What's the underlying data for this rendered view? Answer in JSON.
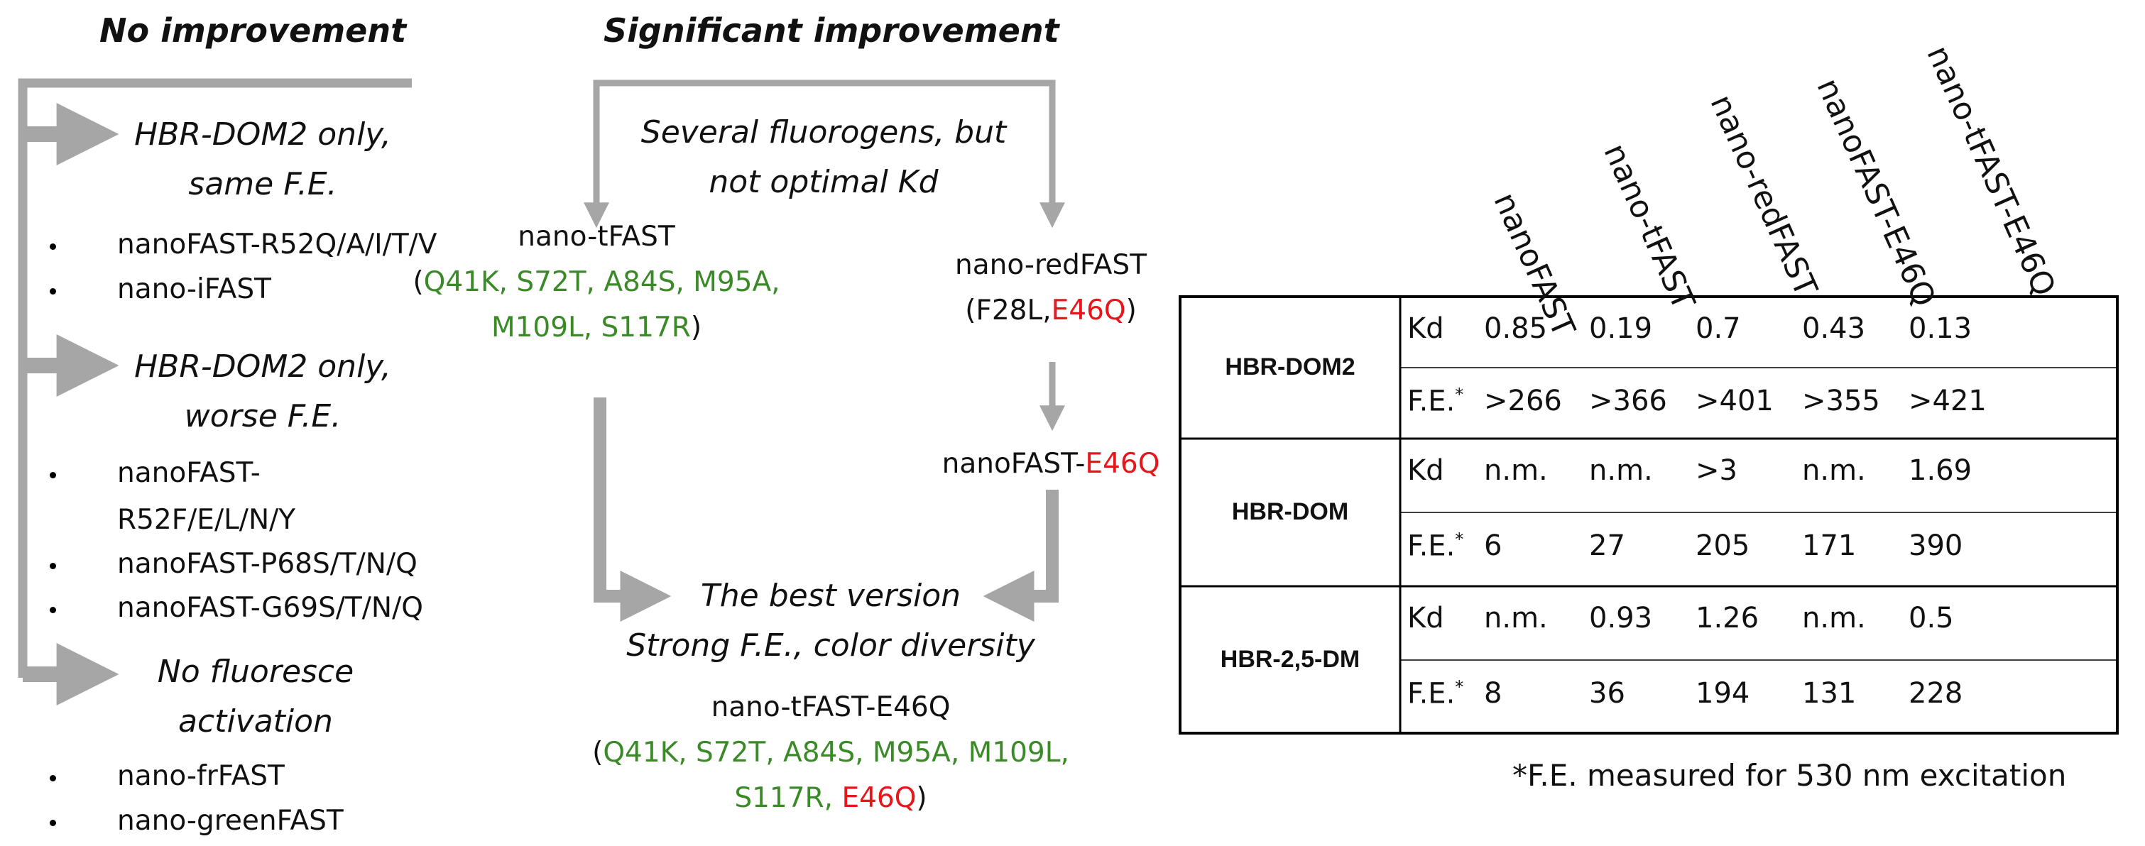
{
  "colors": {
    "green": "#3a8a28",
    "red": "#e8161b",
    "arrow": "#a6a6a6",
    "line": "#000000"
  },
  "left": {
    "title": "No improvement",
    "group1": {
      "line1": "HBR-DOM2 only,",
      "line2": "same F.E.",
      "items": [
        "nanoFAST-R52Q/A/I/T/V",
        "nano-iFAST"
      ]
    },
    "group2": {
      "line1": "HBR-DOM2 only,",
      "line2": "worse F.E.",
      "items": [
        "nanoFAST-",
        "R52F/E/L/N/Y",
        "nanoFAST-P68S/T/N/Q",
        "nanoFAST-G69S/T/N/Q"
      ]
    },
    "group3": {
      "line1": "No fluoresce",
      "line2": "activation",
      "items": [
        "nano-frFAST",
        "nano-greenFAST"
      ]
    }
  },
  "middle": {
    "title": "Significant improvement",
    "subtitle1": "Several fluorogens, but",
    "subtitle2": "not optimal Kd",
    "tfast": {
      "name": "nano-tFAST",
      "open": "(",
      "mut_line1": "Q41K, S72T, A84S, M95A,",
      "mut_line2": "M109L, S117R",
      "close": ")"
    },
    "redfast": {
      "name": "nano-redFAST",
      "open": "(F28L,",
      "mut_red": "E46Q",
      "close": ")"
    },
    "e46q": {
      "prefix": "nanoFAST-",
      "mut_red": "E46Q"
    },
    "best1": "The best version",
    "best2": "Strong F.E., color diversity",
    "final": {
      "name": "nano-tFAST-E46Q",
      "open": "(",
      "mut_line1": "Q41K, S72T, A84S, M95A, M109L,",
      "mut_line2": "S117R,",
      "mut_red": "E46Q",
      "close": ")"
    }
  },
  "table": {
    "columns": [
      "nanoFAST",
      "nano-tFAST",
      "nano-redFAST",
      "nanoFAST-E46Q",
      "nano-tFAST-E46Q"
    ],
    "asterisk": "*",
    "rows": [
      {
        "name": "HBR-DOM2",
        "kd_label": "Kd",
        "kd": [
          "0.85",
          "0.19",
          "0.7",
          "0.43",
          "0.13"
        ],
        "fe_label": "F.E.",
        "fe": [
          ">266",
          ">366",
          ">401",
          ">355",
          ">421"
        ]
      },
      {
        "name": "HBR-DOM",
        "kd_label": "Kd",
        "kd": [
          "n.m.",
          "n.m.",
          ">3",
          "n.m.",
          "1.69"
        ],
        "fe_label": "F.E.",
        "fe": [
          "6",
          "27",
          "205",
          "171",
          "390"
        ]
      },
      {
        "name": "HBR-2,5-DM",
        "kd_label": "Kd",
        "kd": [
          "n.m.",
          "0.93",
          "1.26",
          "n.m.",
          "0.5"
        ],
        "fe_label": "F.E.",
        "fe": [
          "8",
          "36",
          "194",
          "131",
          "228"
        ]
      }
    ],
    "footnote": "*F.E. measured for 530 nm excitation"
  }
}
